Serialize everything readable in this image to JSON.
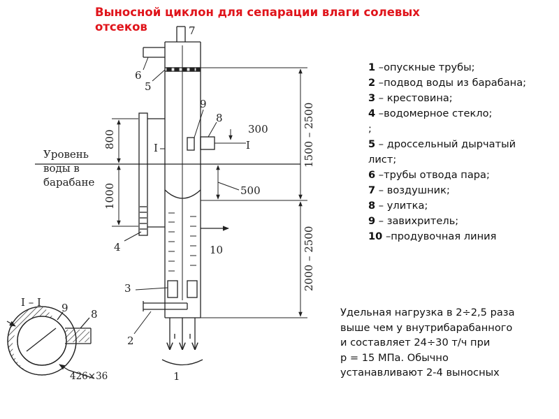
{
  "title": "Выносной циклон для сепарации влаги солевых отсеков",
  "legend": [
    {
      "num": "1",
      "text": " –опускные трубы;"
    },
    {
      "num": "2",
      "text": " –подвод воды из барабана;"
    },
    {
      "num": "3",
      "text": " – крестовина;"
    },
    {
      "num": "4",
      "text": " –водомерное стекло;"
    },
    {
      "num": "",
      "text": ";"
    },
    {
      "num": "5",
      "text": " – дроссельный дырчатый лист;"
    },
    {
      "num": "6",
      "text": " –трубы отвода пара;"
    },
    {
      "num": "7",
      "text": " – воздушник;"
    },
    {
      "num": "8",
      "text": " – улитка;"
    },
    {
      "num": "9",
      "text": " – завихритель;"
    },
    {
      "num": "10",
      "text": " –продувочная линия"
    }
  ],
  "note": "Удельная нагрузка  в 2÷2,5 раза\nвыше чем у внутрибарабанного\n и составляет 24÷30 т/ч при\nр = 15 МПа. Обычно\nустанавливают 2-4 выносных",
  "diagram": {
    "water_level_label": "Уровень\nводы в\nбарабане",
    "dim_800": "800",
    "dim_1000": "1000",
    "dim_300": "300",
    "dim_500": "500",
    "dim_upper": "1500 – 2500",
    "dim_lower": "2000 – 2500",
    "section_mark": "I",
    "section_label": "I – I",
    "pipe_size": "426×36",
    "callouts": [
      "1",
      "2",
      "3",
      "4",
      "5",
      "6",
      "7",
      "8",
      "9",
      "10"
    ]
  }
}
